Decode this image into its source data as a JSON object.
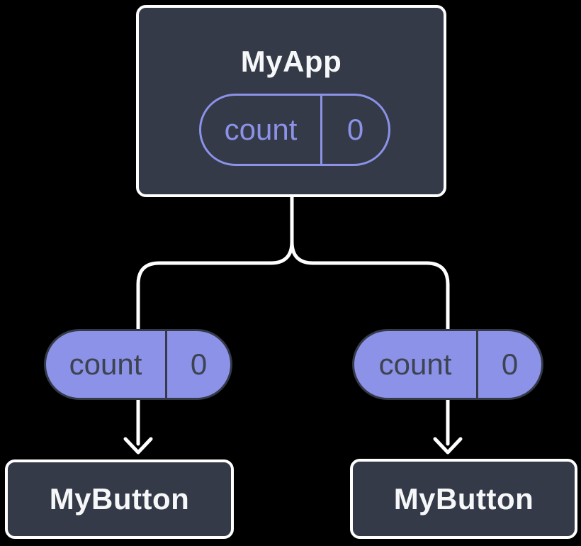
{
  "colors": {
    "background": "#000000",
    "node_fill": "#343a47",
    "node_border": "#ffffff",
    "accent_purple": "#8b92e8",
    "pill_text": "#3d4350",
    "title_text": "#f6f7f9",
    "connector": "#ffffff"
  },
  "diagram": {
    "root": {
      "title": "MyApp",
      "state": {
        "name": "count",
        "value": "0"
      }
    },
    "left_prop": {
      "name": "count",
      "value": "0"
    },
    "right_prop": {
      "name": "count",
      "value": "0"
    },
    "left_child": {
      "title": "MyButton"
    },
    "right_child": {
      "title": "MyButton"
    }
  }
}
